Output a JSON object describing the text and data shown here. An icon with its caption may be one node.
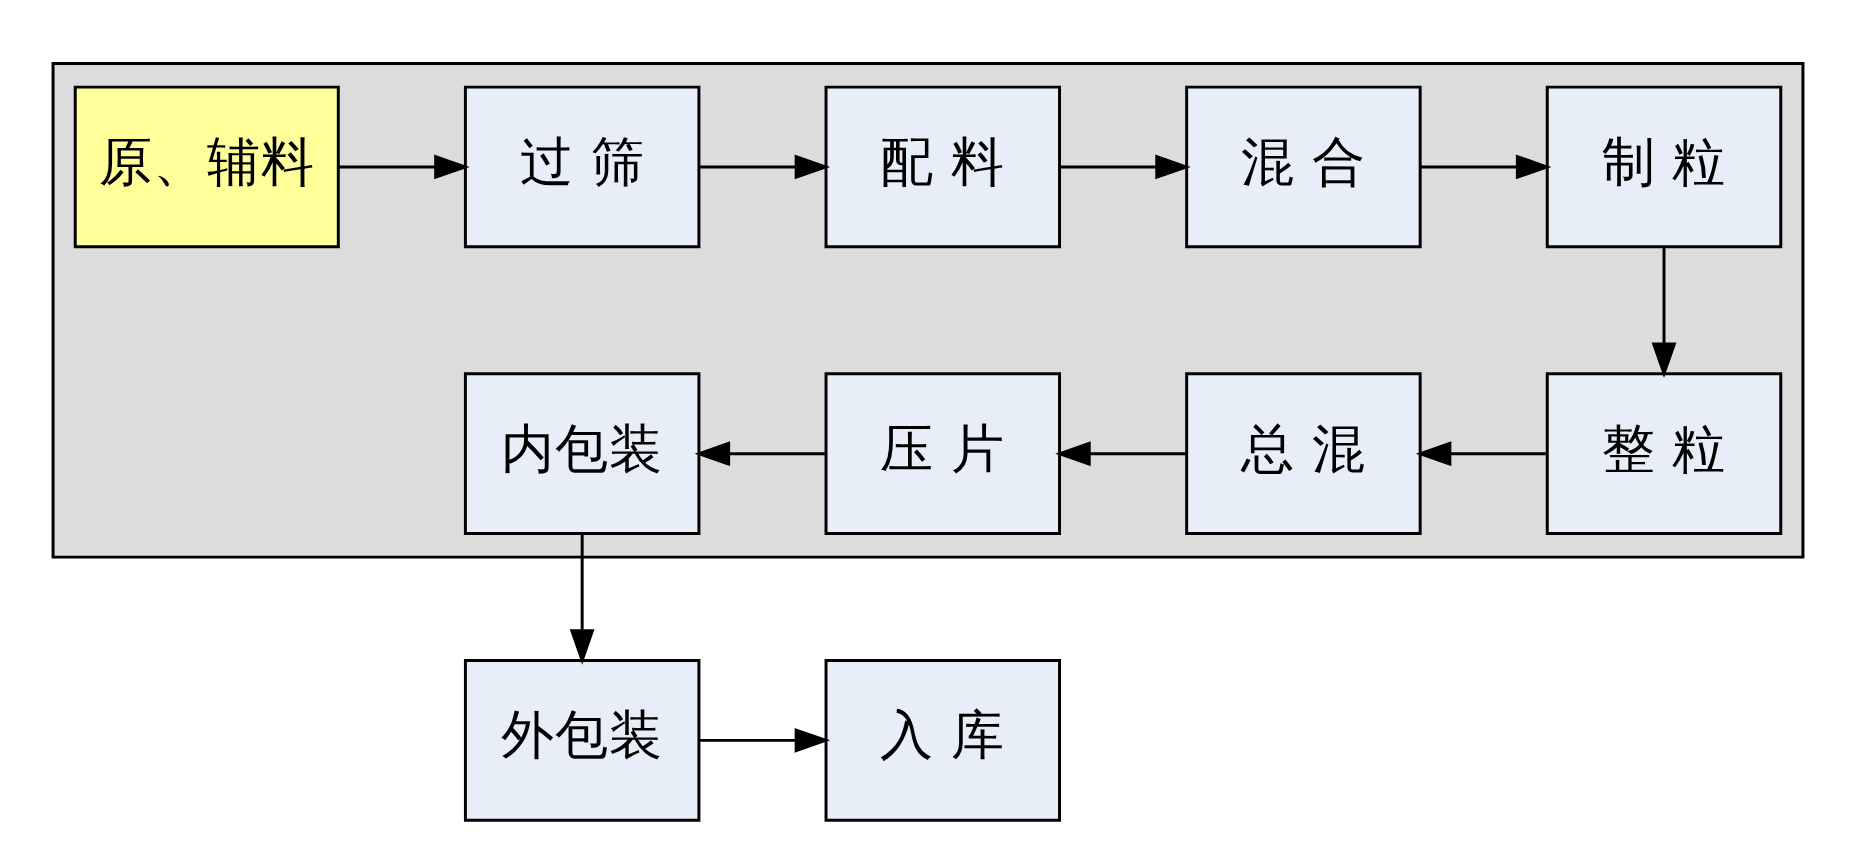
{
  "diagram": {
    "nodes": [
      {
        "text": [],
        "shape": "box"
      },
      {
        "text": [
          "原、辅料"
        ],
        "in": 0
      },
      {
        "text": [
          "过 筛"
        ],
        "in": 0
      },
      {
        "text": [
          "配 料"
        ],
        "in": 0
      },
      {
        "text": [
          "混 合"
        ],
        "in": 0
      },
      {
        "text": [
          "制 粒"
        ],
        "in": 0
      },
      {
        "text": [
          "整 粒"
        ],
        "in": 0
      },
      {
        "text": [
          "总 混"
        ],
        "in": 0
      },
      {
        "text": [
          "压 片"
        ],
        "in": 0
      },
      {
        "text": [
          "内包装"
        ],
        "in": 0
      },
      {
        "text": [
          "外包装"
        ]
      },
      {
        "text": [
          "入 库"
        ]
      }
    ],
    "edges": [
      {
        "from": 1,
        "to": 2,
        "arrow": "to"
      },
      {
        "from": 2,
        "to": 3,
        "arrow": "to"
      },
      {
        "from": 3,
        "to": 4,
        "arrow": "to"
      },
      {
        "from": 4,
        "to": 5,
        "arrow": "to"
      },
      {
        "from": 5,
        "to": 6,
        "arrow": "to"
      },
      {
        "from": 6,
        "to": 7,
        "arrow": "to"
      },
      {
        "from": 7,
        "to": 8,
        "arrow": "to"
      },
      {
        "from": 8,
        "to": 9,
        "arrow": "to"
      },
      {
        "from": 9,
        "to": 10,
        "arrow": "to"
      },
      {
        "from": 10,
        "to": 11,
        "arrow": "to"
      }
    ]
  }
}
